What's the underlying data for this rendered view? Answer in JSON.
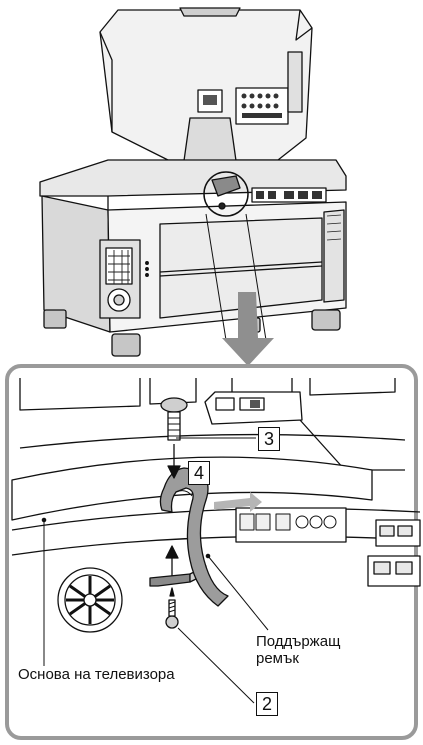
{
  "callouts": {
    "screw_number": "3",
    "strap_action_number": "4",
    "wood_screw_number": "2"
  },
  "labels": {
    "support_strap_line1": "Поддържащ",
    "support_strap_line2": "ремък",
    "tv_base": "Основа на телевизора"
  },
  "colors": {
    "line": "#111111",
    "tone": "#bdbdbd",
    "arrow_gray": "#8f8f8f",
    "light_tone": "#e6e6e6"
  }
}
